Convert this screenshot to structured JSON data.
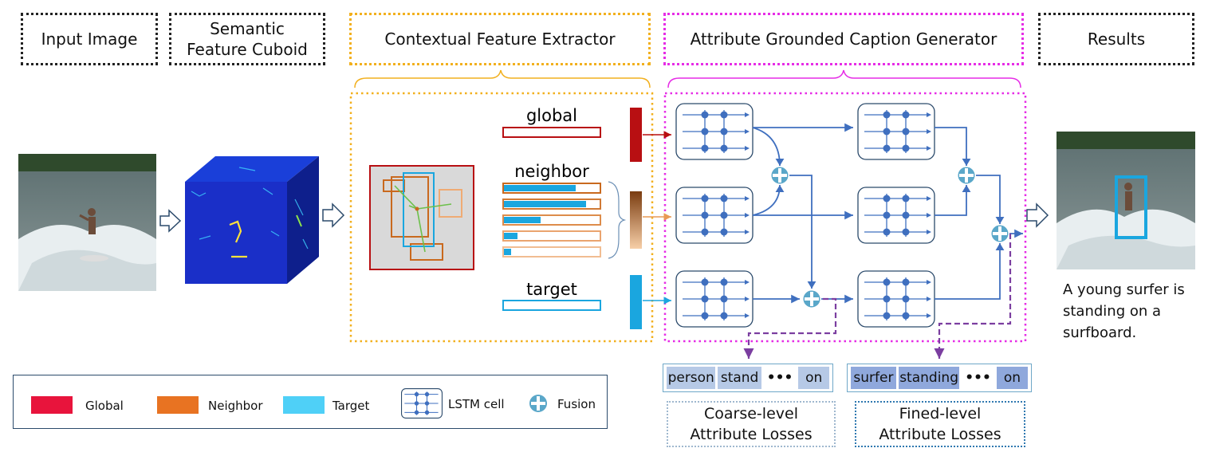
{
  "stages": {
    "input": "Input Image",
    "cuboid_line1": "Semantic",
    "cuboid_line2": "Feature Cuboid",
    "extractor": "Contextual Feature Extractor",
    "generator": "Attribute Grounded Caption Generator",
    "results": "Results"
  },
  "features": {
    "global": "global",
    "neighbor": "neighbor",
    "target": "target"
  },
  "caption": {
    "line1": "A young surfer is",
    "line2": "standing on a",
    "line3": "surfboard."
  },
  "coarse_attributes": {
    "items": [
      "person",
      "stand",
      "on"
    ],
    "ellipsis": "•••",
    "loss_line1": "Coarse-level",
    "loss_line2": "Attribute Losses"
  },
  "fine_attributes": {
    "items": [
      "surfer",
      "standing",
      "on"
    ],
    "ellipsis": "•••",
    "loss_line1": "Fined-level",
    "loss_line2": "Attribute Losses"
  },
  "legend": {
    "global": "Global",
    "neighbor": "Neighbor",
    "target": "Target",
    "lstm": "LSTM cell",
    "fusion": "Fusion"
  },
  "colors": {
    "global": "#b80f12",
    "neighbor": "#e07a26",
    "target": "#1aa6df",
    "lstm": "#3f6fbf",
    "fusion": "#5aa7c9",
    "attr_arrow": "#7b3ea0"
  }
}
